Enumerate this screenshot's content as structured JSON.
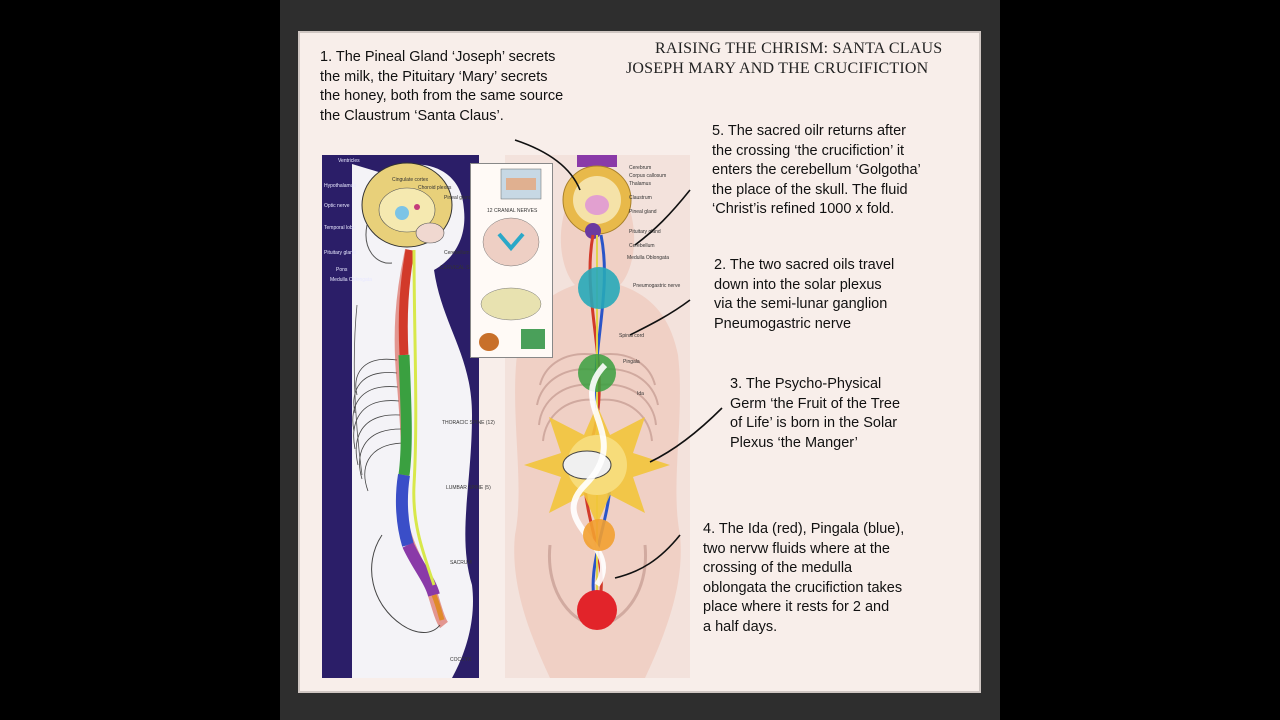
{
  "title": [
    "RAISING THE CHRISM: SANTA CLAUS",
    "JOSEPH MARY AND THE CRUCIFICTION"
  ],
  "notes": {
    "n1": [
      "1. The Pineal Gland ‘Joseph’ secrets",
      "the milk, the Pituitary ‘Mary’ secrets",
      "the honey, both from the same source",
      "the Claustrum ‘Santa Claus’."
    ],
    "n5": [
      "5. The sacred oilr returns after",
      "the crossing ‘the crucifiction’ it",
      "enters the cerebellum ‘Golgotha’",
      "the place of the skull. The fluid",
      "‘Christ’is refined 1000 x fold."
    ],
    "n2": [
      "2. The two sacred oils travel",
      "down into the solar plexus",
      "via the semi-lunar ganglion",
      "Pneumogastric nerve"
    ],
    "n3": [
      "3. The Psycho-Physical",
      "Germ ‘the Fruit of the Tree",
      "of Life’ is born in the Solar",
      "Plexus ‘the Manger’"
    ],
    "n4": [
      "4. The Ida (red), Pingala (blue),",
      "two nervw fluids where at the",
      "crossing of the medulla",
      "oblongata the crucifiction takes",
      "place where it rests for 2 and",
      "a half days."
    ]
  },
  "left_labels": [
    "Ventricles",
    "Hypothalamus",
    "Optic nerve",
    "Temporal lobe",
    "Pituitary gland",
    "Pons",
    "Medulla Oblongata",
    "Cingulate cortex",
    "Choroid plexus",
    "Pineal gland",
    "Cerebellum",
    "CERVICAL SPINE (7)",
    "THORACIC SPINE (12)",
    "LUMBAR SPINE (5)",
    "SACRUM",
    "COCCYX"
  ],
  "right_labels": [
    "Cerebrum",
    "Corpus callosum",
    "Thalamus",
    "Claustrum",
    "Pineal gland",
    "Pituitary gland",
    "Cerebellum",
    "Medulla Oblongata",
    "Pneumogastric nerve",
    "Spinal cord",
    "Pingala",
    "Ida"
  ],
  "inset_labels": [
    "12 CRANIAL NERVES"
  ],
  "colors": {
    "background": "#000000",
    "panel": "#f8eeea",
    "ida": "#d23a2a",
    "pingala": "#2a55c8",
    "left_panel": "#2b1e68",
    "crown": "#8a3aa8"
  }
}
